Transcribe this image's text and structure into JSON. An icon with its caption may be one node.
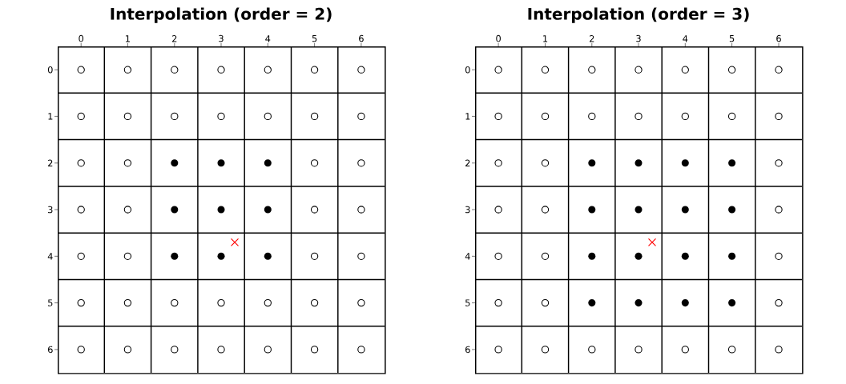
{
  "diagram": {
    "nodes": [
      {
        "text": [
          "Interpolation (order = 2)"
        ]
      },
      {
        "text": [
          "Interpolation (order = 3)"
        ]
      }
    ],
    "labels": [
      "0",
      "1",
      "2",
      "3",
      "4",
      "5",
      "6",
      "0",
      "1",
      "2",
      "3",
      "4",
      "5",
      "6",
      "0",
      "1",
      "2",
      "3",
      "4",
      "5",
      "6",
      "0",
      "1",
      "2",
      "3",
      "4",
      "5",
      "6"
    ]
  }
}
